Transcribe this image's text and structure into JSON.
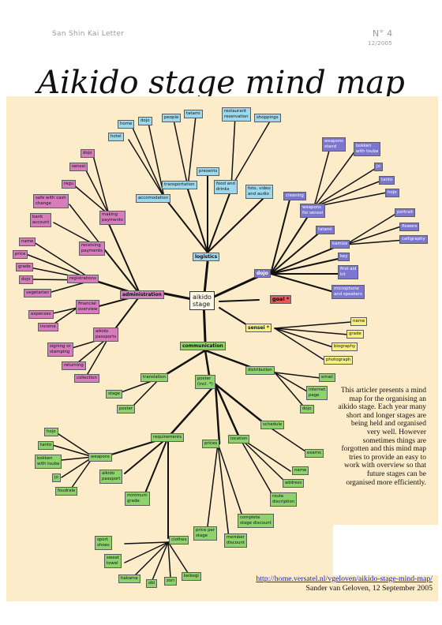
{
  "header": {
    "left": "San Shin Kai Letter",
    "number": "N° 4",
    "date": "12/2005"
  },
  "title": "Aikido stage mind map",
  "mindmap": {
    "center": "aikido\nstage",
    "goal": "goal *",
    "logistics": "logistics",
    "accomodation": "accomodation",
    "home": "home",
    "dojo": "dojo",
    "hotel": "hotel",
    "transportation": "transportation",
    "people": "people",
    "tatami": "tatami",
    "presents": "presents",
    "food_and_drinks": "food and\ndrinks",
    "restaurant_reservation": "restaurant\nreservation",
    "shoppings": "shoppings",
    "foto_video_audio": "foto, video\nand audio",
    "administration": "administration",
    "making_payments": "making\npayments",
    "adm_dojo": "dojo",
    "adm_sensei": "sensei",
    "regu": "regu",
    "safe_with_cash": "safe with cash\nchange",
    "bank_account": "bank\naccount",
    "receiving_payments": "receiving\npayments",
    "registrations": "registrations",
    "reg_name": "name",
    "reg_price": "price",
    "reg_grade": "grade",
    "reg_dojo": "dojo",
    "vegetarian": "vegetarian",
    "financial_overview": "financial\noverview",
    "expenses": "expenses",
    "income": "income",
    "aikido_passports": "aikido\npassports",
    "signing_or_stamping": "signing or\nstamping",
    "returning": "returning",
    "collection": "collection",
    "dojo_main": "dojo",
    "cleaning": "cleaning",
    "weapons_for_sensei": "weapons\nfor sensei",
    "weapons_stand": "weapons\nstand",
    "bokken_with_tsuba": "bokken\nwith tsuba",
    "jo": "jo",
    "tanto": "tanto",
    "hojo": "hojo",
    "dojo_tatami": "tatami",
    "kamiza": "kamiza",
    "portrait": "portrait",
    "flowers": "flowers",
    "calligraphy": "calligraphy",
    "key": "key",
    "first_aid_kit": "first aid\nkit",
    "microphone_speakers": "microphone\nand speakers",
    "sensei_main": "sensei *",
    "s_name": "name",
    "s_grade": "grade",
    "s_biography": "biography",
    "s_photograph": "photograph",
    "communication": "communication",
    "translation": "translation",
    "stage": "stage",
    "poster": "poster",
    "poster_incl": "poster\n(incl. *)",
    "distribution": "distribution",
    "email": "email",
    "internet_page": "internet\npage",
    "dist_dojo": "dojo",
    "schedule": "schedule",
    "exams": "exams",
    "location": "location",
    "loc_name": "name",
    "address": "address",
    "route_description": "route\ndiscription",
    "prices": "prices",
    "complete_stage_discount": "complete\nstage discount",
    "member_discount": "member\ndiscount",
    "price_per_stage": "price per\nstage",
    "requirements": "requirements",
    "weapons": "weapons",
    "w_hojo": "hojo",
    "w_tanto": "tanto",
    "w_bokken": "bokken\nwith tsuba",
    "w_jo": "jo",
    "foudrale": "foudrale",
    "aikido_passport": "aikido\npassport",
    "minimum_grade": "minimum\ngrade",
    "clothes": "clothes",
    "sport_shoes": "sport\nshoes",
    "sweat_towel": "sweat\ntowel",
    "hakama": "hakama",
    "obi": "obi",
    "zori": "zori",
    "keikogi": "keikogi"
  },
  "description": "This articler presents a mind map for the organising an aikido stage. Each year many short and longer stages are being held and organised very well. However sometimes things are forgotten and this mind map tries to provide an easy to work with overview so that future stages can be organised more efficiently.",
  "url": "http://home.versatel.nl/vgeloven/aikido-stage-mind-map/",
  "credit": "Sander van Geloven, 12 September 2005",
  "colors": {
    "background": "#fcecc9",
    "administration": "#d77dbd",
    "logistics": "#9ed8ec",
    "dojo": "#7b76cf",
    "communication": "#8ed26e",
    "sensei": "#f7f07c",
    "goal": "#e95855"
  }
}
